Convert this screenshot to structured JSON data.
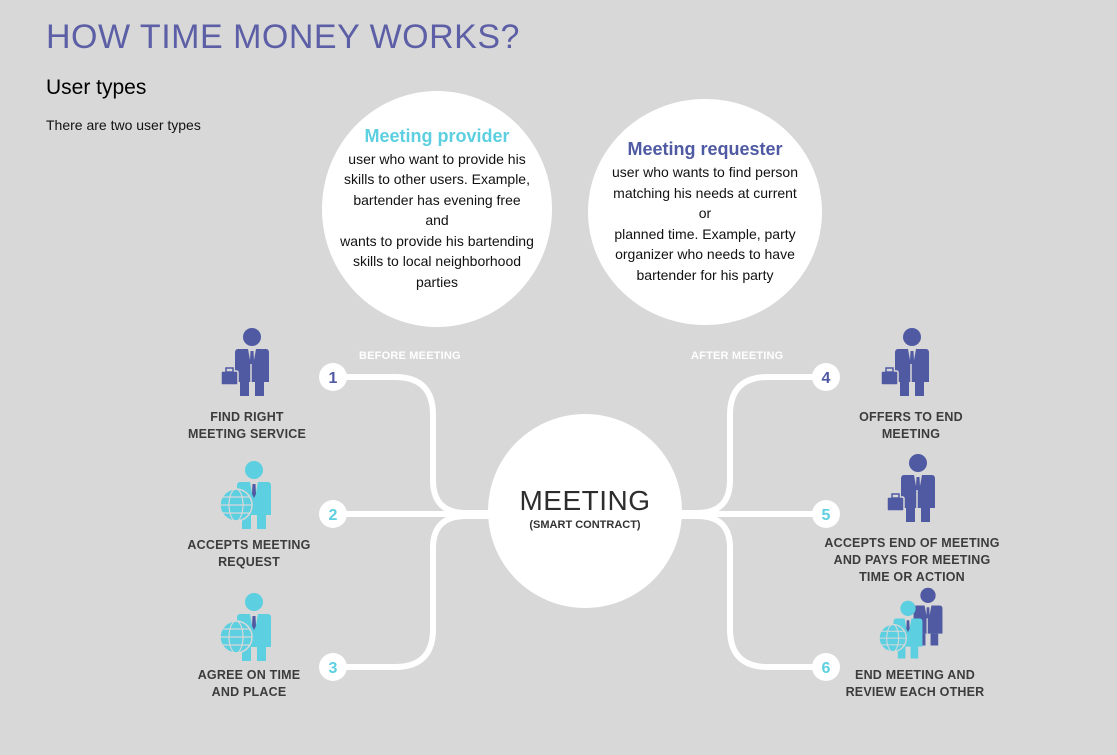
{
  "page": {
    "title": "HOW TIME MONEY WORKS?",
    "subtitle": "User types",
    "intro": "There are two user types"
  },
  "user_types": {
    "provider": {
      "title": "Meeting provider",
      "lines": [
        "user who want to provide his",
        "skills to other users. Example,",
        "bartender has evening free and",
        "wants to provide his bartending",
        "skills to local neighborhood",
        "parties"
      ],
      "color": "#5ccfe0"
    },
    "requester": {
      "title": "Meeting requester",
      "lines": [
        "user who wants to find person",
        "matching his needs at current or",
        "planned time. Example, party",
        "organizer who needs to have",
        "bartender for his party"
      ],
      "color": "#4f5aa3"
    }
  },
  "diagram": {
    "before_label": "BEFORE MEETING",
    "after_label": "AFTER MEETING",
    "center": {
      "title": "MEETING",
      "subtitle": "(SMART CONTRACT)"
    },
    "steps": [
      {
        "number": "1",
        "lines": [
          "FIND RIGHT",
          "MEETING SERVICE"
        ],
        "icon": "businessman-briefcase-icon"
      },
      {
        "number": "2",
        "lines": [
          "ACCEPTS MEETING",
          "REQUEST"
        ],
        "icon": "businessman-globe-icon"
      },
      {
        "number": "3",
        "lines": [
          "AGREE ON TIME",
          "AND PLACE"
        ],
        "icon": "businessman-globe-icon"
      },
      {
        "number": "4",
        "lines": [
          "OFFERS TO END",
          "MEETING"
        ],
        "icon": "businessman-briefcase-icon"
      },
      {
        "number": "5",
        "lines": [
          "ACCEPTS END OF MEETING",
          "AND PAYS FOR MEETING",
          "TIME OR ACTION"
        ],
        "icon": "businessman-briefcase-icon"
      },
      {
        "number": "6",
        "lines": [
          "END MEETING AND",
          "REVIEW EACH OTHER"
        ],
        "icon": "two-businessmen-icon"
      }
    ],
    "colors": {
      "dark": "#4f5aa3",
      "cyan": "#5ccfe0",
      "line": "#ffffff"
    }
  }
}
